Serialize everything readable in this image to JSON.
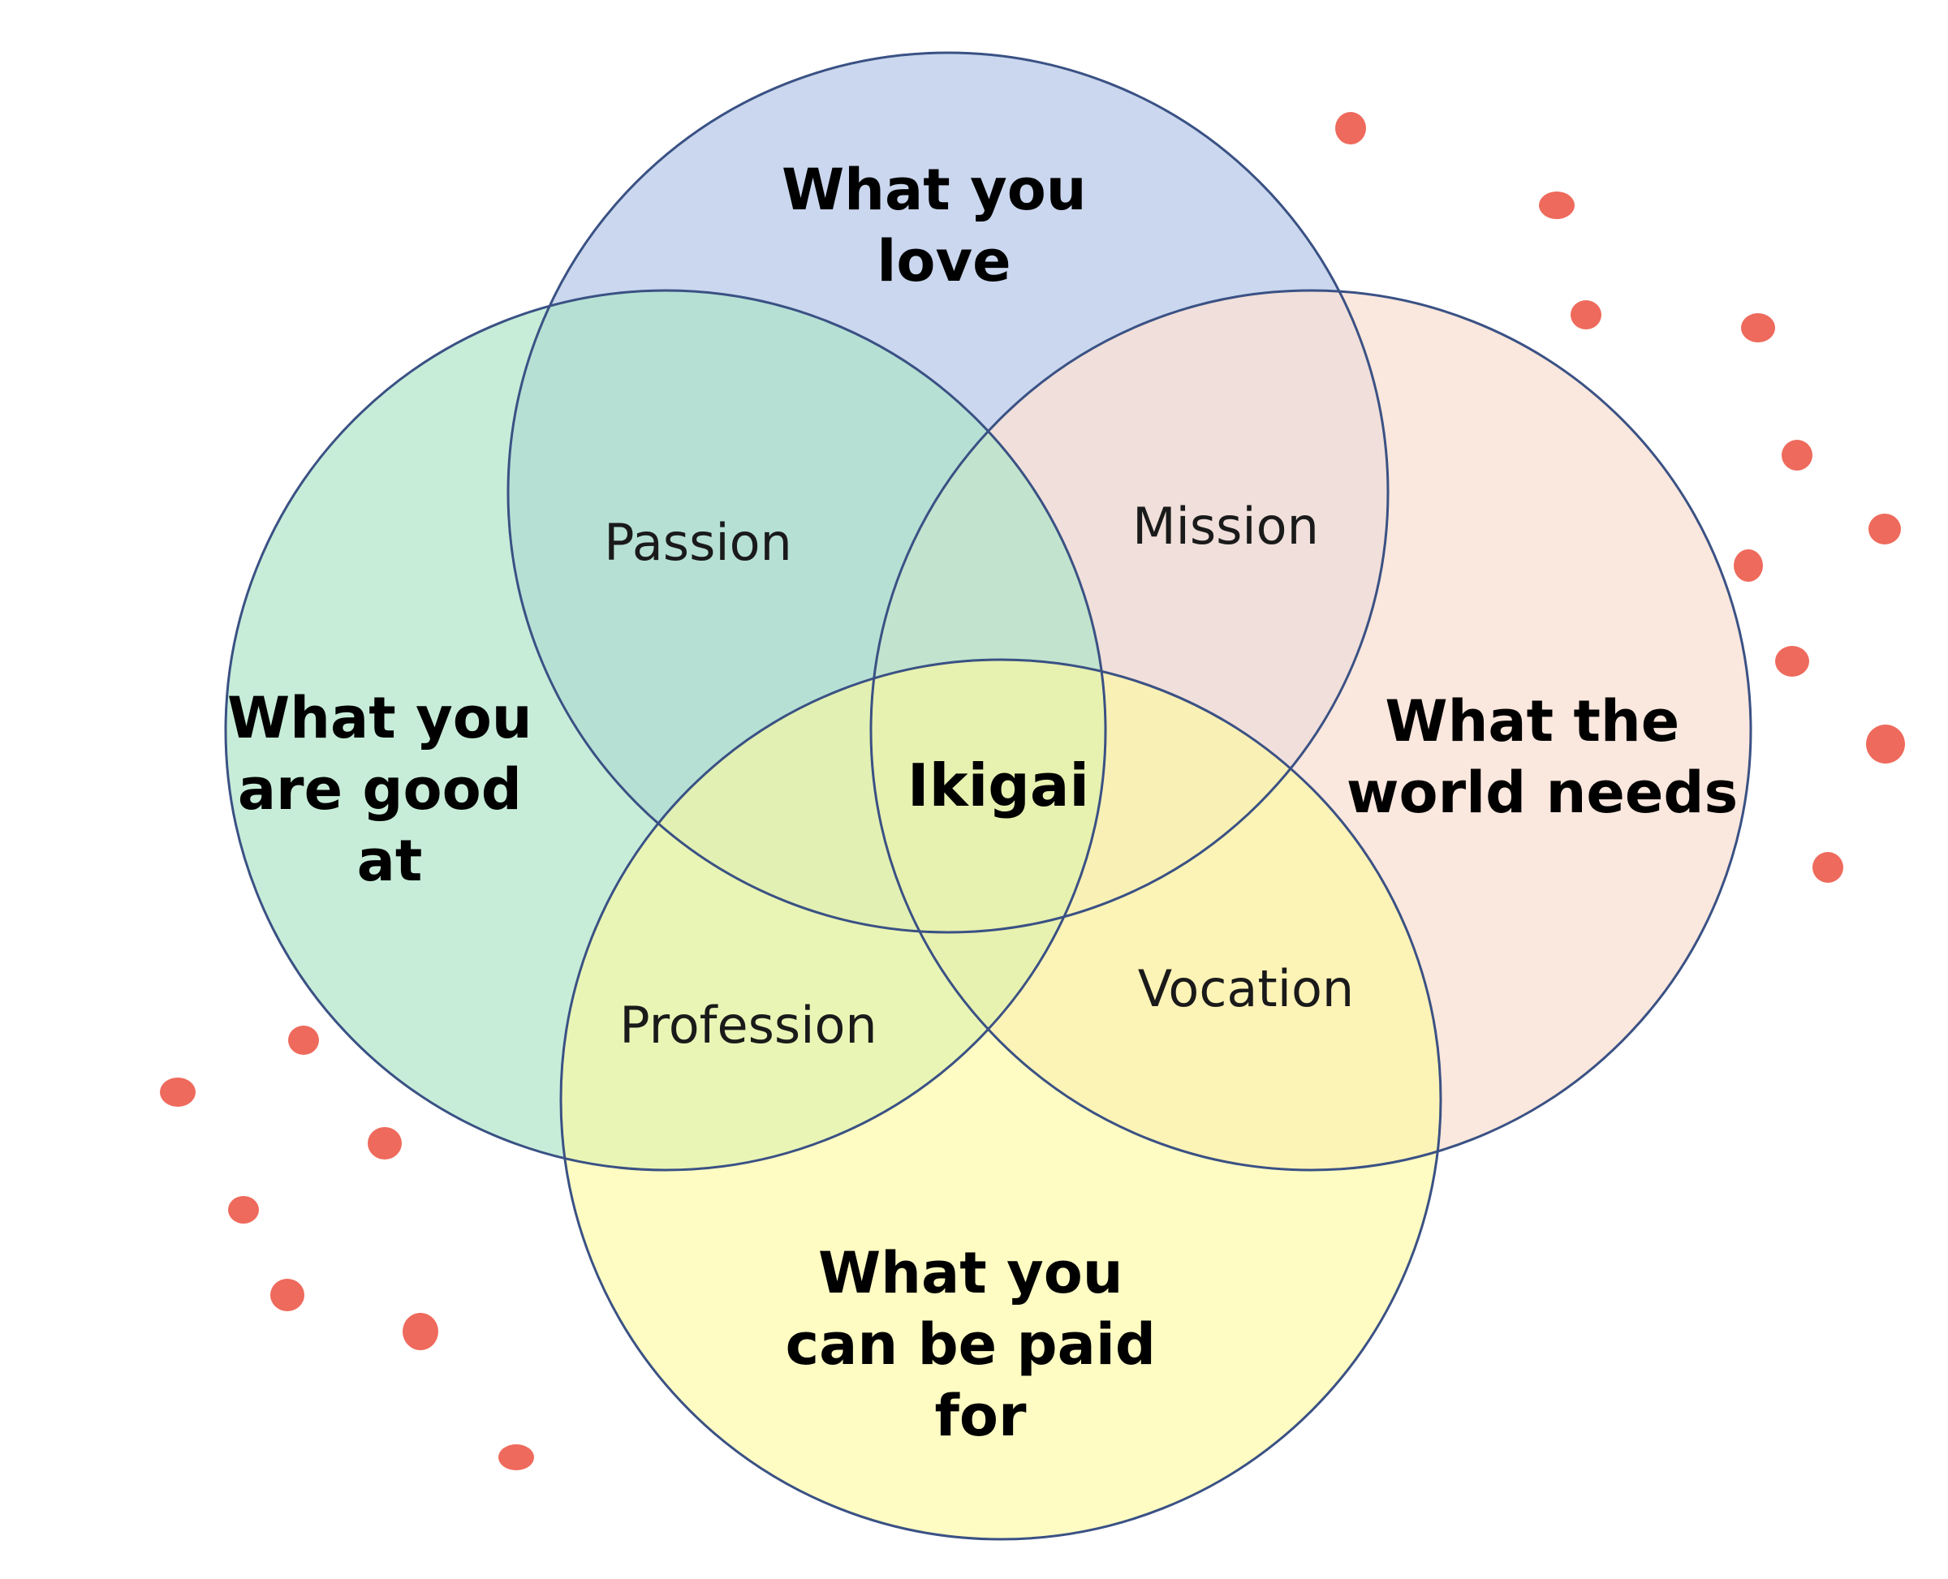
{
  "circles": {
    "love": {
      "lines": [
        "What you",
        "love"
      ],
      "fill": "#c3d1ec"
    },
    "good_at": {
      "lines": [
        "What you",
        "are good",
        "at"
      ],
      "fill": "#ade5c7"
    },
    "world_needs": {
      "lines": [
        "What the",
        "world needs"
      ],
      "fill": "#f9e1d5"
    },
    "paid_for": {
      "lines": [
        "What you",
        "can be paid",
        "for"
      ],
      "fill": "#fdfa9e"
    }
  },
  "overlaps": {
    "passion": "Passion",
    "mission": "Mission",
    "profession": "Profession",
    "vocation": "Vocation"
  },
  "center": "Ikigai",
  "colors": {
    "stroke": "#3a5184",
    "dots": "#ee6a5c"
  }
}
